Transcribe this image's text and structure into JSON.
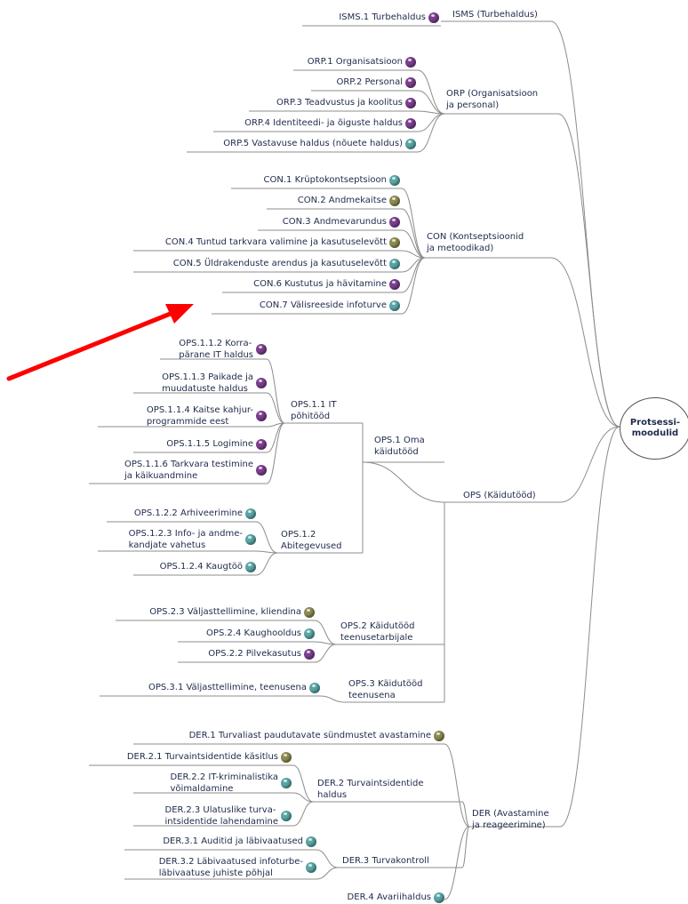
{
  "root": {
    "label": "Protsessi-\nmoodulid"
  },
  "categories": [
    {
      "id": "isms",
      "label": "ISMS (Turbehaldus)"
    },
    {
      "id": "orp",
      "label": "ORP (Organisatsioon\nja personal)"
    },
    {
      "id": "con",
      "label": "CON (Kontseptsioonid\nja metoodikad)"
    },
    {
      "id": "ops",
      "label": "OPS (Käidutööd)"
    },
    {
      "id": "ops1",
      "label": "OPS.1  Oma\nkäidutööd"
    },
    {
      "id": "ops11",
      "label": "OPS.1.1 IT\npõhitööd"
    },
    {
      "id": "ops12",
      "label": "OPS.1.2\nAbitegevused"
    },
    {
      "id": "ops2",
      "label": "OPS.2  Käidutööd\nteenusetarbijale"
    },
    {
      "id": "ops3",
      "label": "OPS.3 Käidutööd\nteenusena"
    },
    {
      "id": "der",
      "label": "DER (Avastamine\nja reageerimine)"
    },
    {
      "id": "der2",
      "label": "DER.2 Turvaintsidentide\nhaldus"
    },
    {
      "id": "der3",
      "label": "DER.3 Turvakontroll"
    }
  ],
  "leaves": [
    {
      "id": "isms1",
      "label": "ISMS.1 Turbehaldus",
      "icon": "purple"
    },
    {
      "id": "orp1",
      "label": "ORP.1 Organisatsioon",
      "icon": "purple"
    },
    {
      "id": "orp2",
      "label": "ORP.2 Personal",
      "icon": "purple"
    },
    {
      "id": "orp3",
      "label": "ORP.3 Teadvustus ja koolitus",
      "icon": "purple"
    },
    {
      "id": "orp4",
      "label": "ORP.4 Identiteedi- ja õiguste haldus",
      "icon": "purple"
    },
    {
      "id": "orp5",
      "label": "ORP.5 Vastavuse haldus (nõuete haldus)",
      "icon": "teal"
    },
    {
      "id": "con1",
      "label": "CON.1 Krüptokontseptsioon",
      "icon": "teal"
    },
    {
      "id": "con2",
      "label": "CON.2 Andmekaitse",
      "icon": "olive"
    },
    {
      "id": "con3",
      "label": "CON.3 Andmevarundus",
      "icon": "purple"
    },
    {
      "id": "con4",
      "label": "CON.4 Tuntud tarkvara valimine ja kasutuselevõtt",
      "icon": "olive"
    },
    {
      "id": "con5",
      "label": "CON.5 Üldrakenduste arendus ja kasutuselevõtt",
      "icon": "teal"
    },
    {
      "id": "con6",
      "label": "CON.6 Kustutus ja hävitamine",
      "icon": "purple"
    },
    {
      "id": "con7",
      "label": "CON.7 Välisreeside infoturve",
      "icon": "teal"
    },
    {
      "id": "ops112",
      "label": "OPS.1.1.2 Korra-\npärane IT haldus",
      "icon": "purple"
    },
    {
      "id": "ops113",
      "label": "OPS.1.1.3 Paikade ja\nmuudatuste haldus",
      "icon": "purple"
    },
    {
      "id": "ops114",
      "label": "OPS.1.1.4 Kaitse kahjur-\nprogrammide eest",
      "icon": "purple"
    },
    {
      "id": "ops115",
      "label": "OPS.1.1.5 Logimine",
      "icon": "purple"
    },
    {
      "id": "ops116",
      "label": "OPS.1.1.6 Tarkvara testimine\nja käikuandmine",
      "icon": "purple"
    },
    {
      "id": "ops122",
      "label": "OPS.1.2.2 Arhiveerimine",
      "icon": "teal"
    },
    {
      "id": "ops123",
      "label": "OPS.1.2.3 Info- ja andme-\nkandjate vahetus",
      "icon": "teal"
    },
    {
      "id": "ops124",
      "label": "OPS.1.2.4 Kaugtöö",
      "icon": "teal"
    },
    {
      "id": "ops23",
      "label": "OPS.2.3 Väljasttellimine, kliendina",
      "icon": "olive"
    },
    {
      "id": "ops24",
      "label": "OPS.2.4 Kaughooldus",
      "icon": "teal"
    },
    {
      "id": "ops22",
      "label": "OPS.2.2 Pilvekasutus",
      "icon": "purple"
    },
    {
      "id": "ops31",
      "label": "OPS.3.1 Väljasttellimine, teenusena",
      "icon": "teal"
    },
    {
      "id": "der1",
      "label": "DER.1 Turvaliast paudutavate sündmustet avastamine",
      "icon": "olive"
    },
    {
      "id": "der21",
      "label": "DER.2.1 Turvaintsidentide käsitlus",
      "icon": "olive"
    },
    {
      "id": "der22",
      "label": "DER.2.2 IT-kriminalistika\nvõimaldamine",
      "icon": "teal"
    },
    {
      "id": "der23",
      "label": "DER.2.3 Ulatuslike turva-\nintsidentide lahendamine",
      "icon": "teal"
    },
    {
      "id": "der31",
      "label": "DER.3.1 Auditid ja läbivaatused",
      "icon": "teal"
    },
    {
      "id": "der32",
      "label": "DER.3.2 Läbivaatused infoturbe-\nläbivaatuse juhiste põhjal",
      "icon": "teal"
    },
    {
      "id": "der4",
      "label": "DER.4 Avariihaldus",
      "icon": "teal"
    }
  ],
  "colors": {
    "line": "#8c8c8c",
    "text": "#1e2a4a",
    "arrow": "#ff0000",
    "purple": "#7b3f8f",
    "teal": "#5aa6a6",
    "olive": "#8d8a52"
  }
}
